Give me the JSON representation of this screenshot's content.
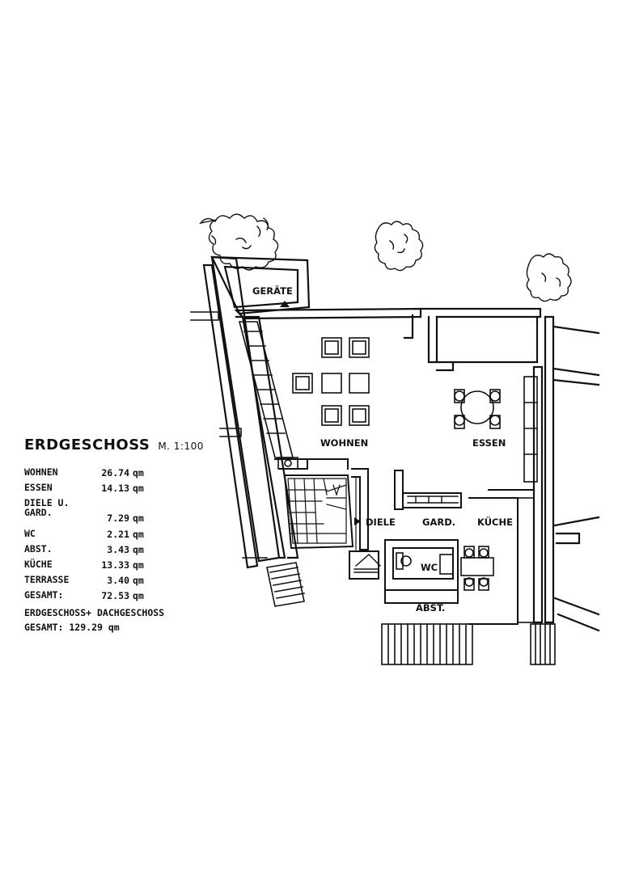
{
  "legend": {
    "title": "ERDGESCHOSS",
    "scale": "M. 1:100",
    "rows": [
      {
        "label": "WOHNEN",
        "value": "26.74",
        "unit": "qm"
      },
      {
        "label": "ESSEN",
        "value": "14.13",
        "unit": "qm"
      },
      {
        "label": "DIELE U.\nGARD.",
        "value": "7.29",
        "unit": "qm"
      },
      {
        "label": "WC",
        "value": "2.21",
        "unit": "qm"
      },
      {
        "label": "ABST.",
        "value": "3.43",
        "unit": "qm"
      },
      {
        "label": "KÜCHE",
        "value": "13.33",
        "unit": "qm"
      },
      {
        "label": "TERRASSE",
        "value": "3.40",
        "unit": "qm"
      },
      {
        "label": "GESAMT:",
        "value": "72.53",
        "unit": "qm"
      }
    ],
    "total_label": "ERDGESCHOSS+ DACHGESCHOSS",
    "total_value": "GESAMT:  129.29 qm"
  },
  "rooms": {
    "geraete": "GERÄTE",
    "wohnen": "WOHNEN",
    "essen": "ESSEN",
    "diele": "DIELE",
    "gard": "GARD.",
    "kueche": "KÜCHE",
    "wc": "WC",
    "abst": "ABST."
  }
}
